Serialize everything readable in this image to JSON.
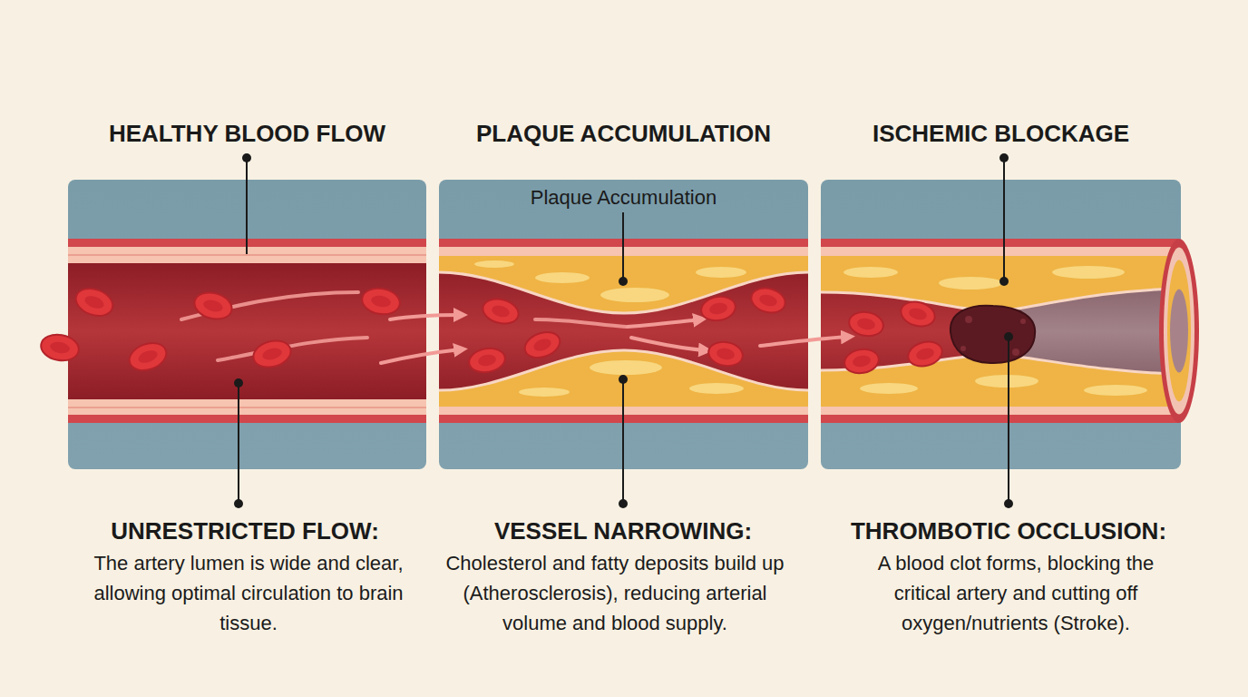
{
  "diagram": {
    "nodes": [
      {
        "text": [
          "HEALTHY BLOOD FLOW"
        ]
      },
      {
        "text": [
          "PLAQUE ACCUMULATION",
          "Plaque Accumulation"
        ]
      },
      {
        "text": [
          "ISCHEMIC BLOCKAGE"
        ]
      }
    ],
    "labels": [
      "UNRESTRICTED FLOW:",
      "The artery lumen is wide and clear, allowing optimal circulation to brain tissue.",
      "VESSEL NARROWING:",
      "Cholesterol and fatty deposits build up (Atherosclerosis), reducing arterial volume and blood supply.",
      "THROMBOTIC OCCLUSION:",
      "A blood clot forms, blocking the critical artery and cutting off oxygen/nutrients (Stroke)."
    ]
  }
}
